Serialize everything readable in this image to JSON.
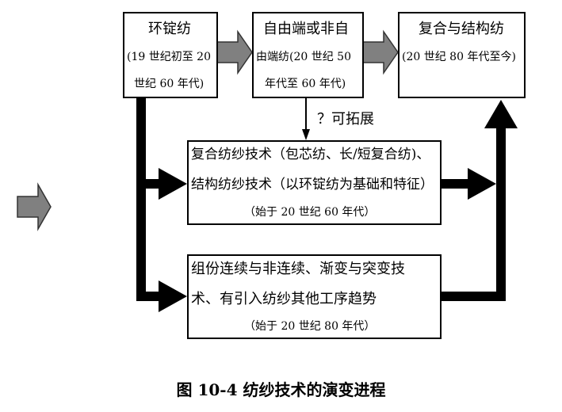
{
  "box1": {
    "line1": "环锭纺",
    "line2": "(19 世纪初至 20",
    "line3": "世纪 60 年代)"
  },
  "box2": {
    "line1": "自由端或非自",
    "line2": "由端纺(20 世纪 50",
    "line3": "年代至 60 年代)"
  },
  "box3": {
    "line1": "复合与结构纺",
    "line2": "(20 世纪 80 年代至今)"
  },
  "question_label": "？可拓展",
  "box4": {
    "line1": "复合纺纱技术（包芯纺、长/短复合纺)、",
    "line2": "结构纺纱技术（以环锭纺为基础和特征）",
    "line3": "（始于 20 世纪 60 年代）"
  },
  "box5": {
    "line1": "组份连续与非连续、渐变与突变技",
    "line2": "术、有引入纺纱其他工序趋势",
    "line3": "（始于 20 世纪 80 年代）"
  },
  "caption": "图 10-4  纺纱技术的演变进程",
  "colors": {
    "line": "#000000",
    "arrow_fill": "#808080",
    "arrow_stroke": "#333333"
  }
}
